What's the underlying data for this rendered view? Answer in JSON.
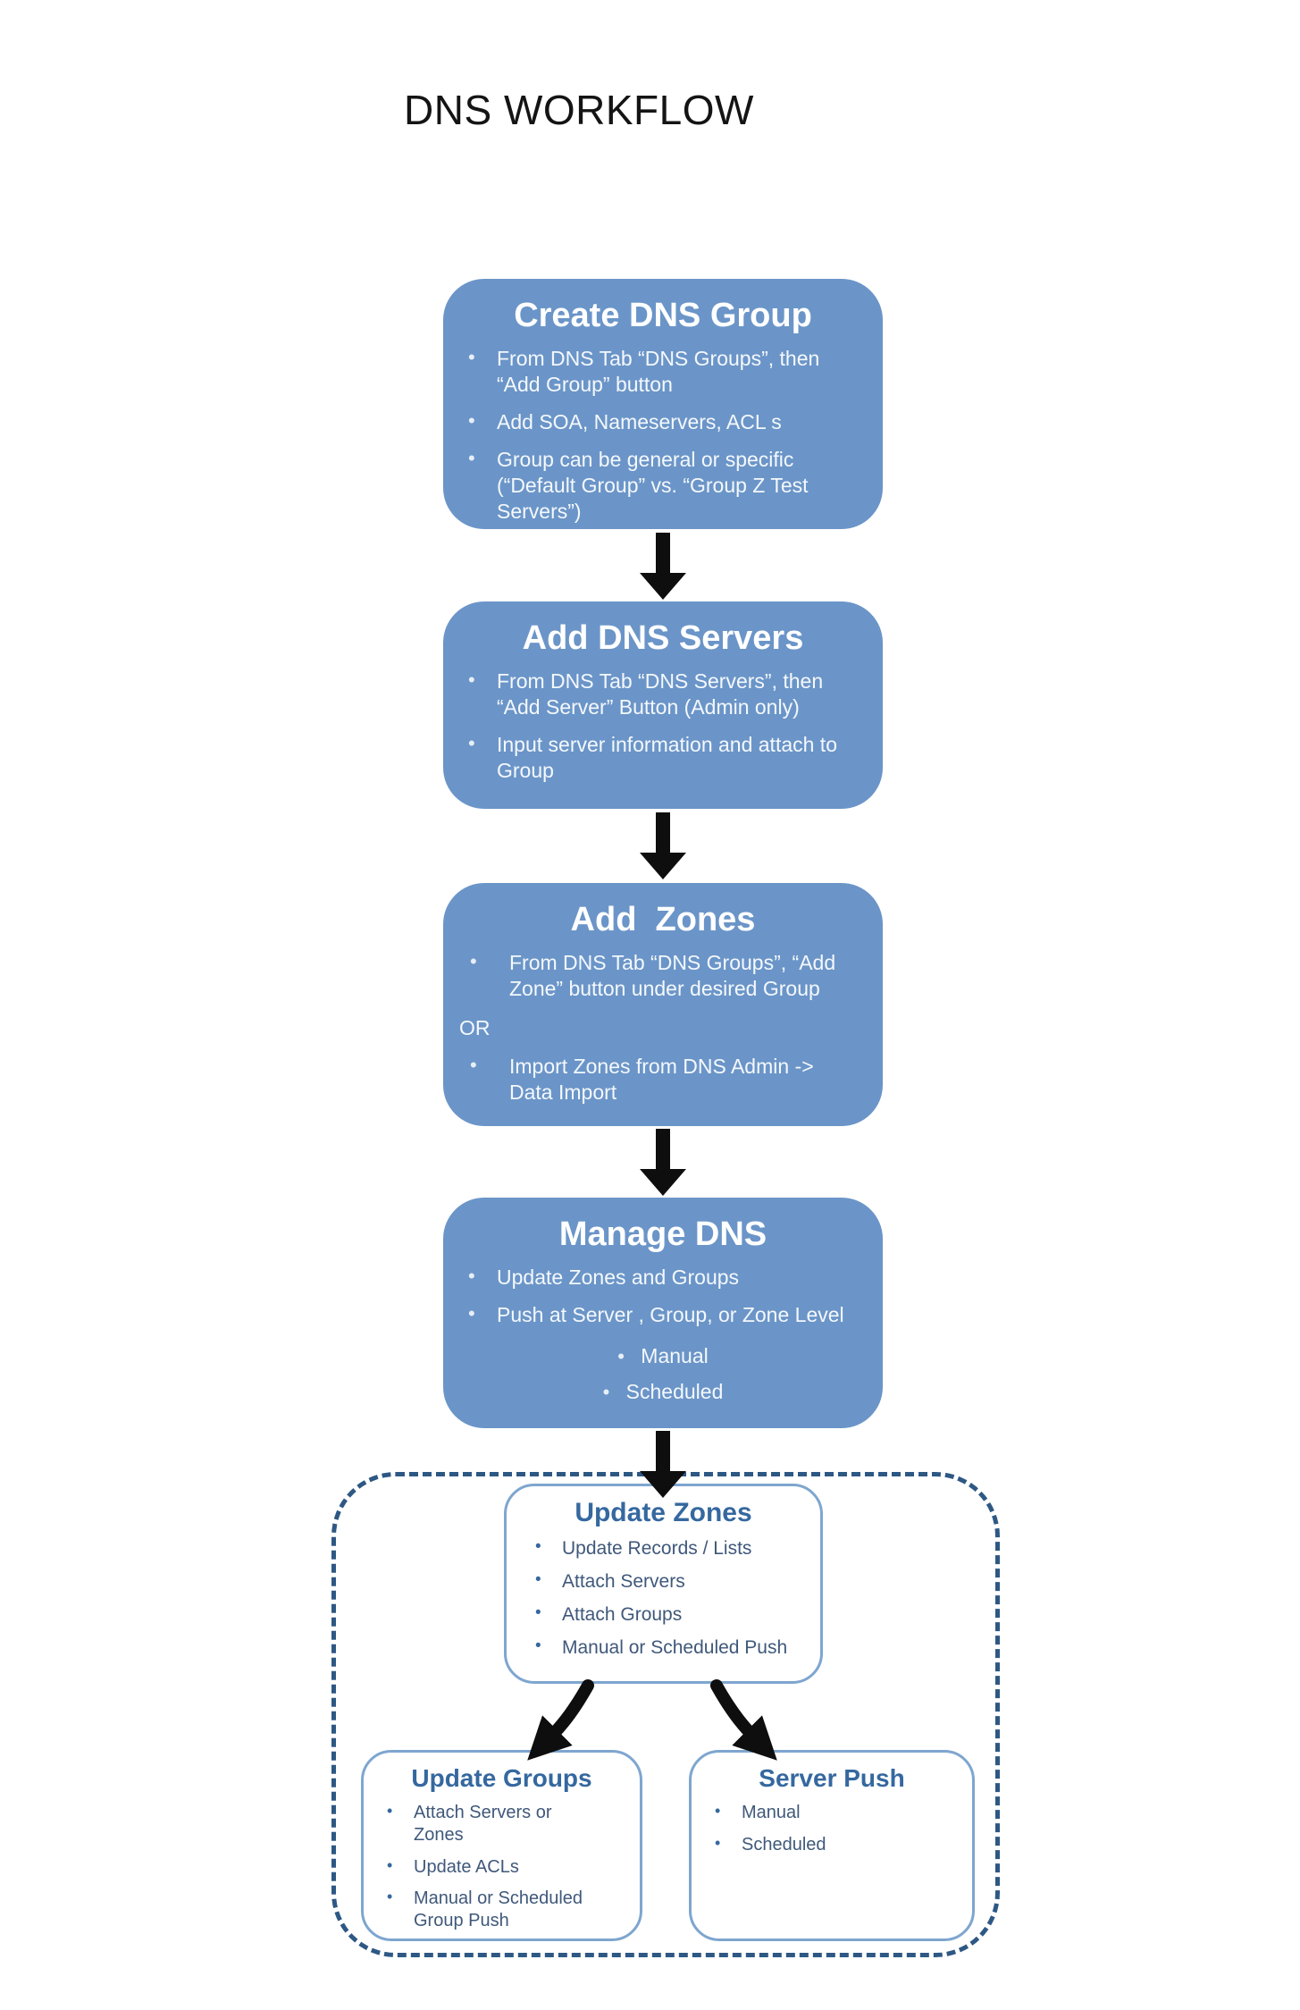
{
  "title": "DNS WORKFLOW",
  "colors": {
    "flow_box_fill": "#6b95c8",
    "flow_box_text": "#ffffff",
    "detail_box_border": "#7ea6cf",
    "detail_title_text": "#35689f",
    "detail_body_text": "#3f587a",
    "dashed_border": "#2e5884",
    "arrow": "#0e0e0e",
    "page_title_text": "#141414"
  },
  "flow_boxes": [
    {
      "title": "Create DNS Group",
      "bullets": [
        "From DNS Tab “DNS Groups”, then “Add Group” button",
        "Add SOA, Nameservers, ACL s",
        "Group can be general or specific (“Default Group” vs. “Group Z Test Servers”)"
      ]
    },
    {
      "title": "Add DNS Servers",
      "bullets": [
        "From DNS Tab “DNS Servers”, then “Add Server” Button (Admin only)",
        "Input server information and attach to Group"
      ]
    },
    {
      "title": "Add  Zones",
      "or_label": "OR",
      "bullets": [
        "From DNS Tab “DNS Groups”, “Add Zone” button under desired Group",
        "Import Zones from DNS Admin -> Data Import"
      ]
    },
    {
      "title": "Manage DNS",
      "bullets": [
        "Update Zones and Groups",
        "Push at Server , Group, or Zone Level"
      ],
      "sub_bullets": [
        "Manual",
        "Scheduled"
      ]
    }
  ],
  "detail_boxes": [
    {
      "title": "Update Zones",
      "bullets": [
        "Update Records / Lists",
        "Attach Servers",
        "Attach Groups",
        "Manual or Scheduled Push"
      ]
    },
    {
      "title": "Update Groups",
      "bullets": [
        "Attach Servers or Zones",
        "Update ACLs",
        "Manual or Scheduled Group Push"
      ]
    },
    {
      "title": "Server Push",
      "bullets": [
        "Manual",
        "Scheduled"
      ]
    }
  ]
}
